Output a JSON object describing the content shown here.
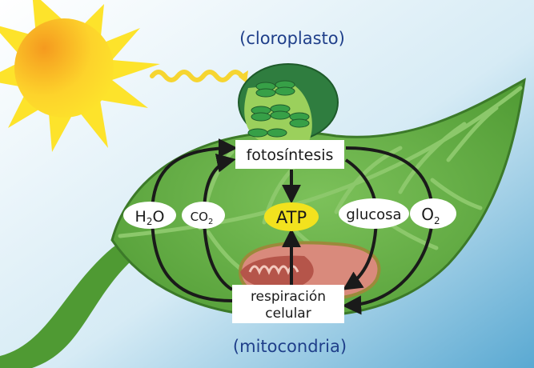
{
  "labels": {
    "chloroplast": "(cloroplasto)",
    "mitochondria": "(mitocondria)",
    "photosynthesis": "fotosíntesis",
    "respiration_line1": "respiración",
    "respiration_line2": "celular",
    "atp": "ATP",
    "glucose": "glucosa",
    "water": {
      "main": "H",
      "sub": "2",
      "tail": "O"
    },
    "carbon_dioxide": {
      "main": "CO",
      "sub": "2"
    },
    "oxygen": {
      "main": "O",
      "sub": "2"
    }
  },
  "colors": {
    "sky_top": "#ffffff",
    "sky_bottom": "#5aa9d2",
    "sun": "#fde32b",
    "sun_core": "#f59a1f",
    "leaf": "#5aa63c",
    "leaf_dark": "#3c7a29",
    "leaf_vein": "#8cc86b",
    "chloroplast": "#2f7d3f",
    "thylakoid": "#37a047",
    "mitochondrion": "#d98a7c",
    "mito_inner": "#b5554a",
    "atp_fill": "#f2e21e",
    "arrow": "#1a1a1a",
    "caption_text": "#1f3f8a"
  }
}
